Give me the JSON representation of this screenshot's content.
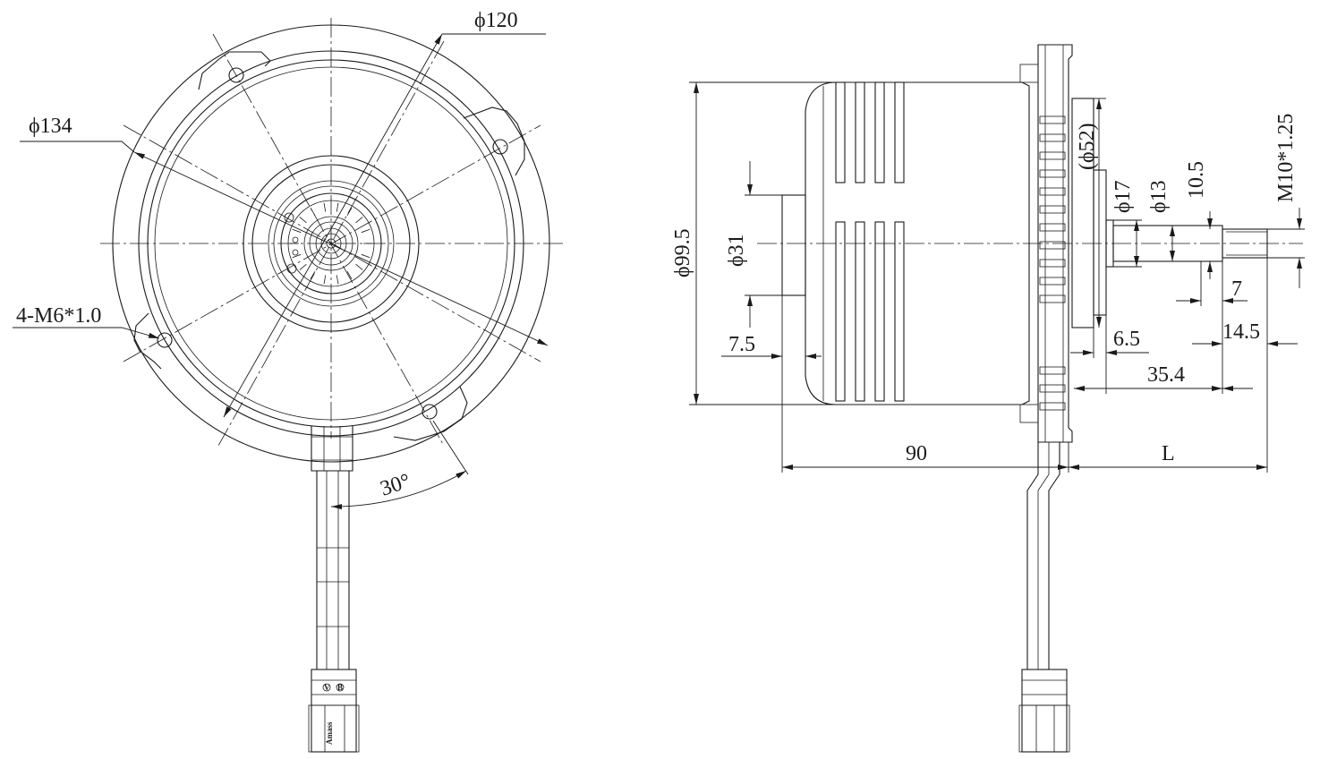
{
  "front_view": {
    "labels": {
      "dia_120": "ϕ120",
      "dia_134": "ϕ134",
      "holes": "4-M6*1.0",
      "angle": "30°"
    },
    "connector_text": [
      "Amass",
      "V",
      "B"
    ]
  },
  "side_view": {
    "labels": {
      "dia_99_5": "ϕ99.5",
      "dia_31": "ϕ31",
      "dia_52": "(ϕ52)",
      "dia_17": "ϕ17",
      "dia_13": "ϕ13",
      "dim_10_5": "10.5",
      "thread": "M10*1.25",
      "dim_7": "7",
      "dim_14_5": "14.5",
      "dim_6_5": "6.5",
      "dim_35_4": "35.4",
      "dim_7_5": "7.5",
      "dim_90": "90",
      "dim_L": "L"
    }
  }
}
